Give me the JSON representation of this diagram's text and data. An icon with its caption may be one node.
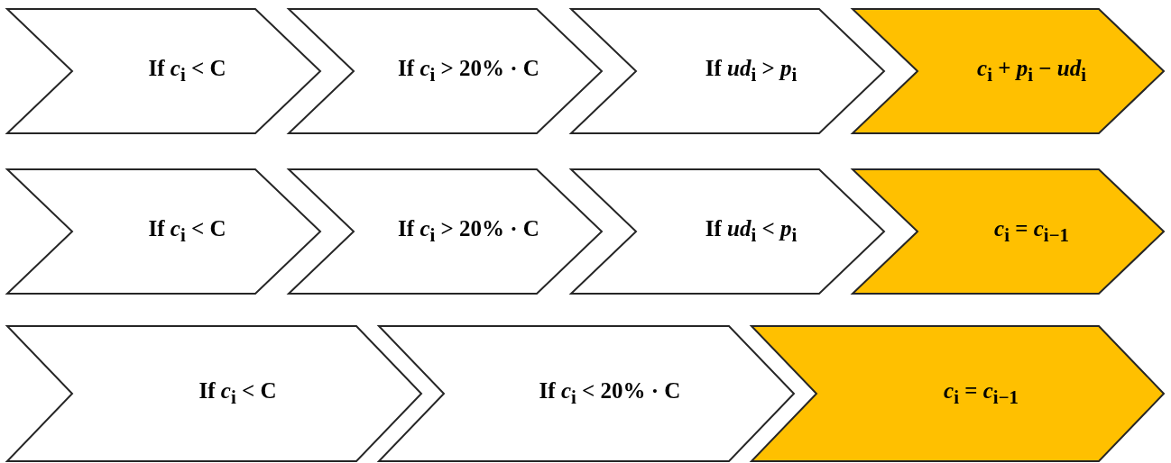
{
  "diagram": {
    "nodes": [
      {
        "text": [
          "If *c*$_{i}$ < C"
        ]
      },
      {
        "text": [
          "If *c*$_{i}$ > 20% · C"
        ]
      },
      {
        "text": [
          "If *ud*$_{i}$ > *p*$_{i}$"
        ]
      },
      {
        "text": [
          "*c*$_{i}$ + *p*$_{i}$ − *ud*$_{i}$"
        ]
      },
      {
        "text": [
          "If *c*$_{i}$ < C"
        ]
      },
      {
        "text": [
          "If *c*$_{i}$ > 20% · C"
        ]
      },
      {
        "text": [
          "If *ud*$_{i}$ < *p*$_{i}$"
        ]
      },
      {
        "text": [
          "*c*$_{i}$ = *c*$_{i−1}$"
        ]
      },
      {
        "text": [
          "If *c*$_{i}$ < C"
        ]
      },
      {
        "text": [
          "If *c*$_{i}$ < 20% · C"
        ]
      },
      {
        "text": [
          "*c*$_{i}$ = *c*$_{i−1}$"
        ]
      }
    ],
    "edges": []
  }
}
